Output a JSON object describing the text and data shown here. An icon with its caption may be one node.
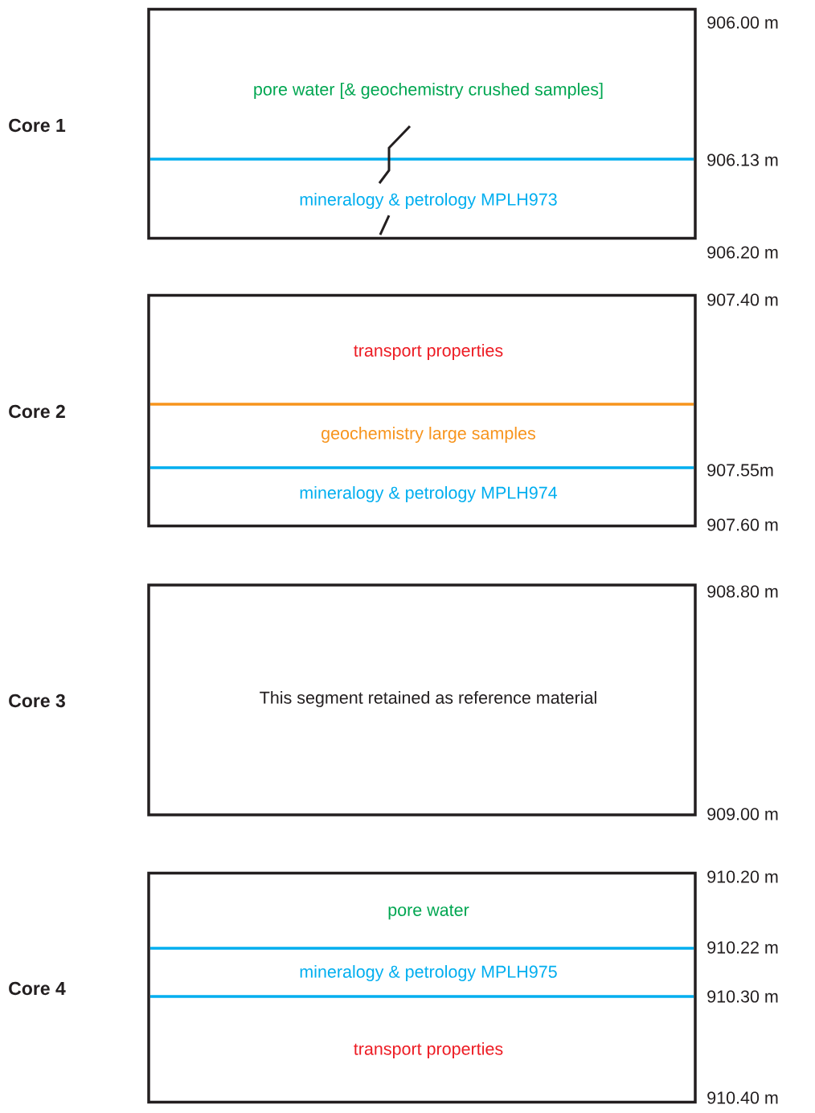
{
  "diagram": {
    "nodes": [
      {
        "text": [
          "Core 1"
        ]
      },
      {
        "text": [
          "pore water [& geochemistry crushed samples]"
        ],
        "in": 0
      },
      {
        "text": [
          "mineralogy & petrology MPLH973"
        ],
        "in": 0
      },
      {
        "text": [
          "Core 2"
        ]
      },
      {
        "text": [
          "transport properties"
        ],
        "in": 3
      },
      {
        "text": [
          "geochemistry large samples"
        ],
        "in": 3
      },
      {
        "text": [
          "mineralogy & petrology MPLH974"
        ],
        "in": 3
      },
      {
        "text": [
          "Core 3"
        ]
      },
      {
        "text": [
          "This segment retained as reference material"
        ],
        "in": 7
      },
      {
        "text": [
          "Core 4"
        ]
      },
      {
        "text": [
          "pore water"
        ],
        "in": 9
      },
      {
        "text": [
          "mineralogy & petrology MPLH975"
        ],
        "in": 9
      },
      {
        "text": [
          "transport properties"
        ],
        "in": 9
      }
    ],
    "labels": [
      "906.00 m",
      "906.13 m",
      "906.20 m",
      "907.40 m",
      "907.55m",
      "907.60 m",
      "908.80 m",
      "909.00 m",
      "910.20 m",
      "910.22 m",
      "910.30 m",
      "910.40 m"
    ]
  }
}
